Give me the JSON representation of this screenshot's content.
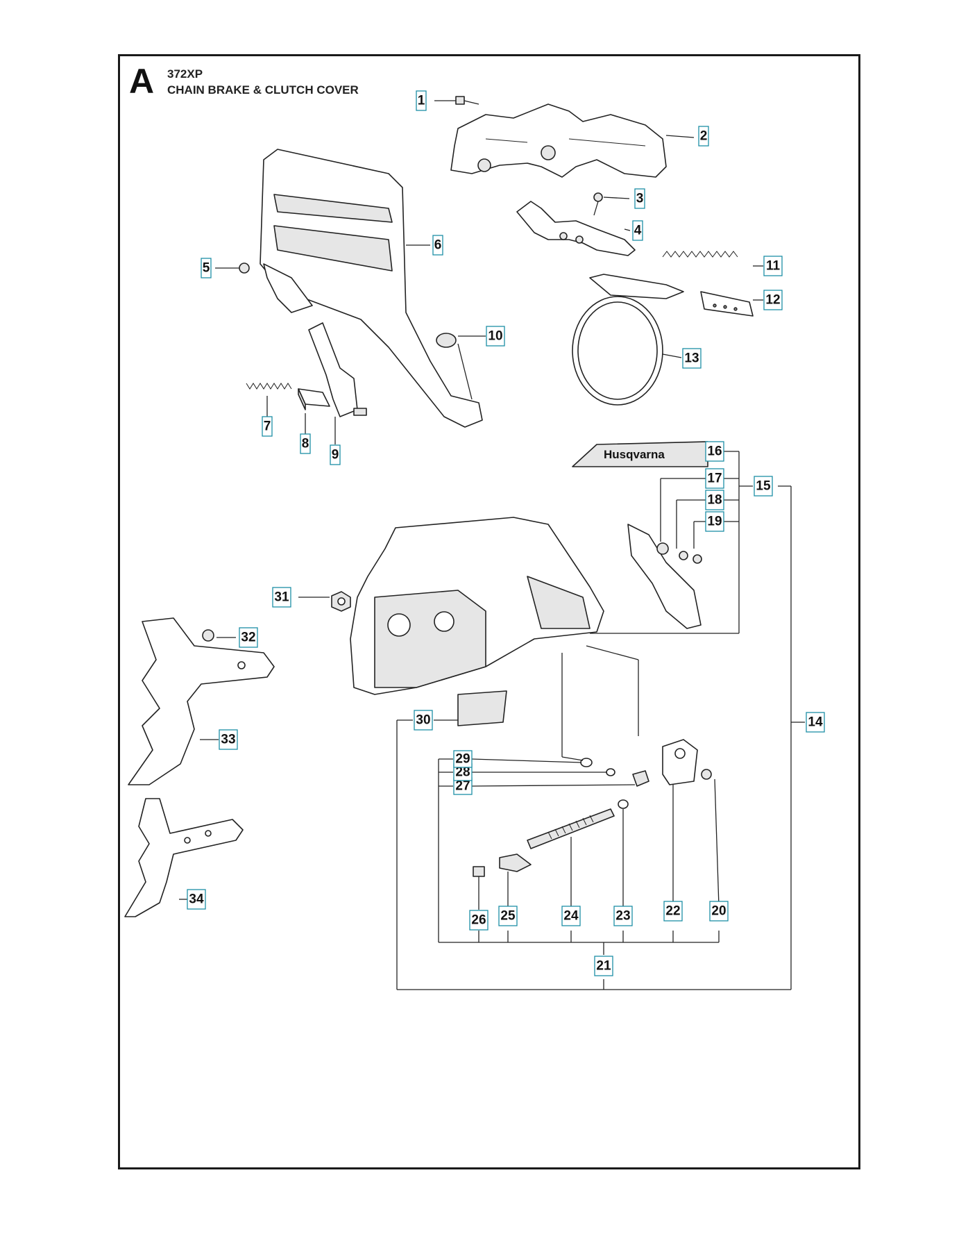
{
  "header": {
    "section_letter": "A",
    "model": "372XP",
    "title": "CHAIN BRAKE & CLUTCH COVER"
  },
  "brand_label": "Husqvarna",
  "accent_color": "#1d8fa6",
  "callouts": [
    {
      "id": "1",
      "label": "1"
    },
    {
      "id": "2",
      "label": "2"
    },
    {
      "id": "3",
      "label": "3"
    },
    {
      "id": "4",
      "label": "4"
    },
    {
      "id": "5",
      "label": "5"
    },
    {
      "id": "6",
      "label": "6"
    },
    {
      "id": "7",
      "label": "7"
    },
    {
      "id": "8",
      "label": "8"
    },
    {
      "id": "9",
      "label": "9"
    },
    {
      "id": "10",
      "label": "10"
    },
    {
      "id": "11",
      "label": "11"
    },
    {
      "id": "12",
      "label": "12"
    },
    {
      "id": "13",
      "label": "13"
    },
    {
      "id": "14",
      "label": "14"
    },
    {
      "id": "15",
      "label": "15"
    },
    {
      "id": "16",
      "label": "16"
    },
    {
      "id": "17",
      "label": "17"
    },
    {
      "id": "18",
      "label": "18"
    },
    {
      "id": "19",
      "label": "19"
    },
    {
      "id": "20",
      "label": "20"
    },
    {
      "id": "21",
      "label": "21"
    },
    {
      "id": "22",
      "label": "22"
    },
    {
      "id": "23",
      "label": "23"
    },
    {
      "id": "24",
      "label": "24"
    },
    {
      "id": "25",
      "label": "25"
    },
    {
      "id": "26",
      "label": "26"
    },
    {
      "id": "27",
      "label": "27"
    },
    {
      "id": "28",
      "label": "28"
    },
    {
      "id": "29",
      "label": "29"
    },
    {
      "id": "30",
      "label": "30"
    },
    {
      "id": "31",
      "label": "31"
    },
    {
      "id": "32",
      "label": "32"
    },
    {
      "id": "33",
      "label": "33"
    },
    {
      "id": "34",
      "label": "34"
    }
  ]
}
